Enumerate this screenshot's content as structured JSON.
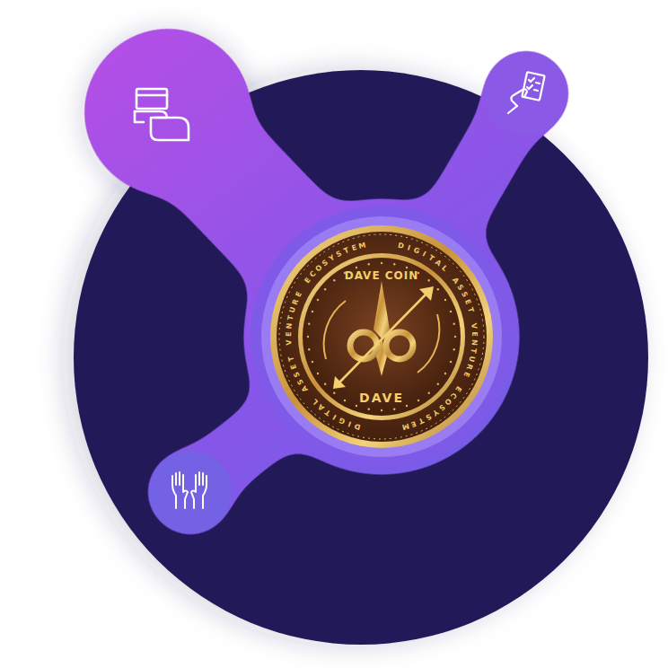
{
  "diagram": {
    "nodes": [
      {
        "text": [
          "DAVE COIN",
          "DIGITAL ASSET VENTURE ECOSYSTEM",
          "DIGITAL ASSET VENTURE ECOSYSTEM",
          "DAVE"
        ]
      }
    ]
  }
}
